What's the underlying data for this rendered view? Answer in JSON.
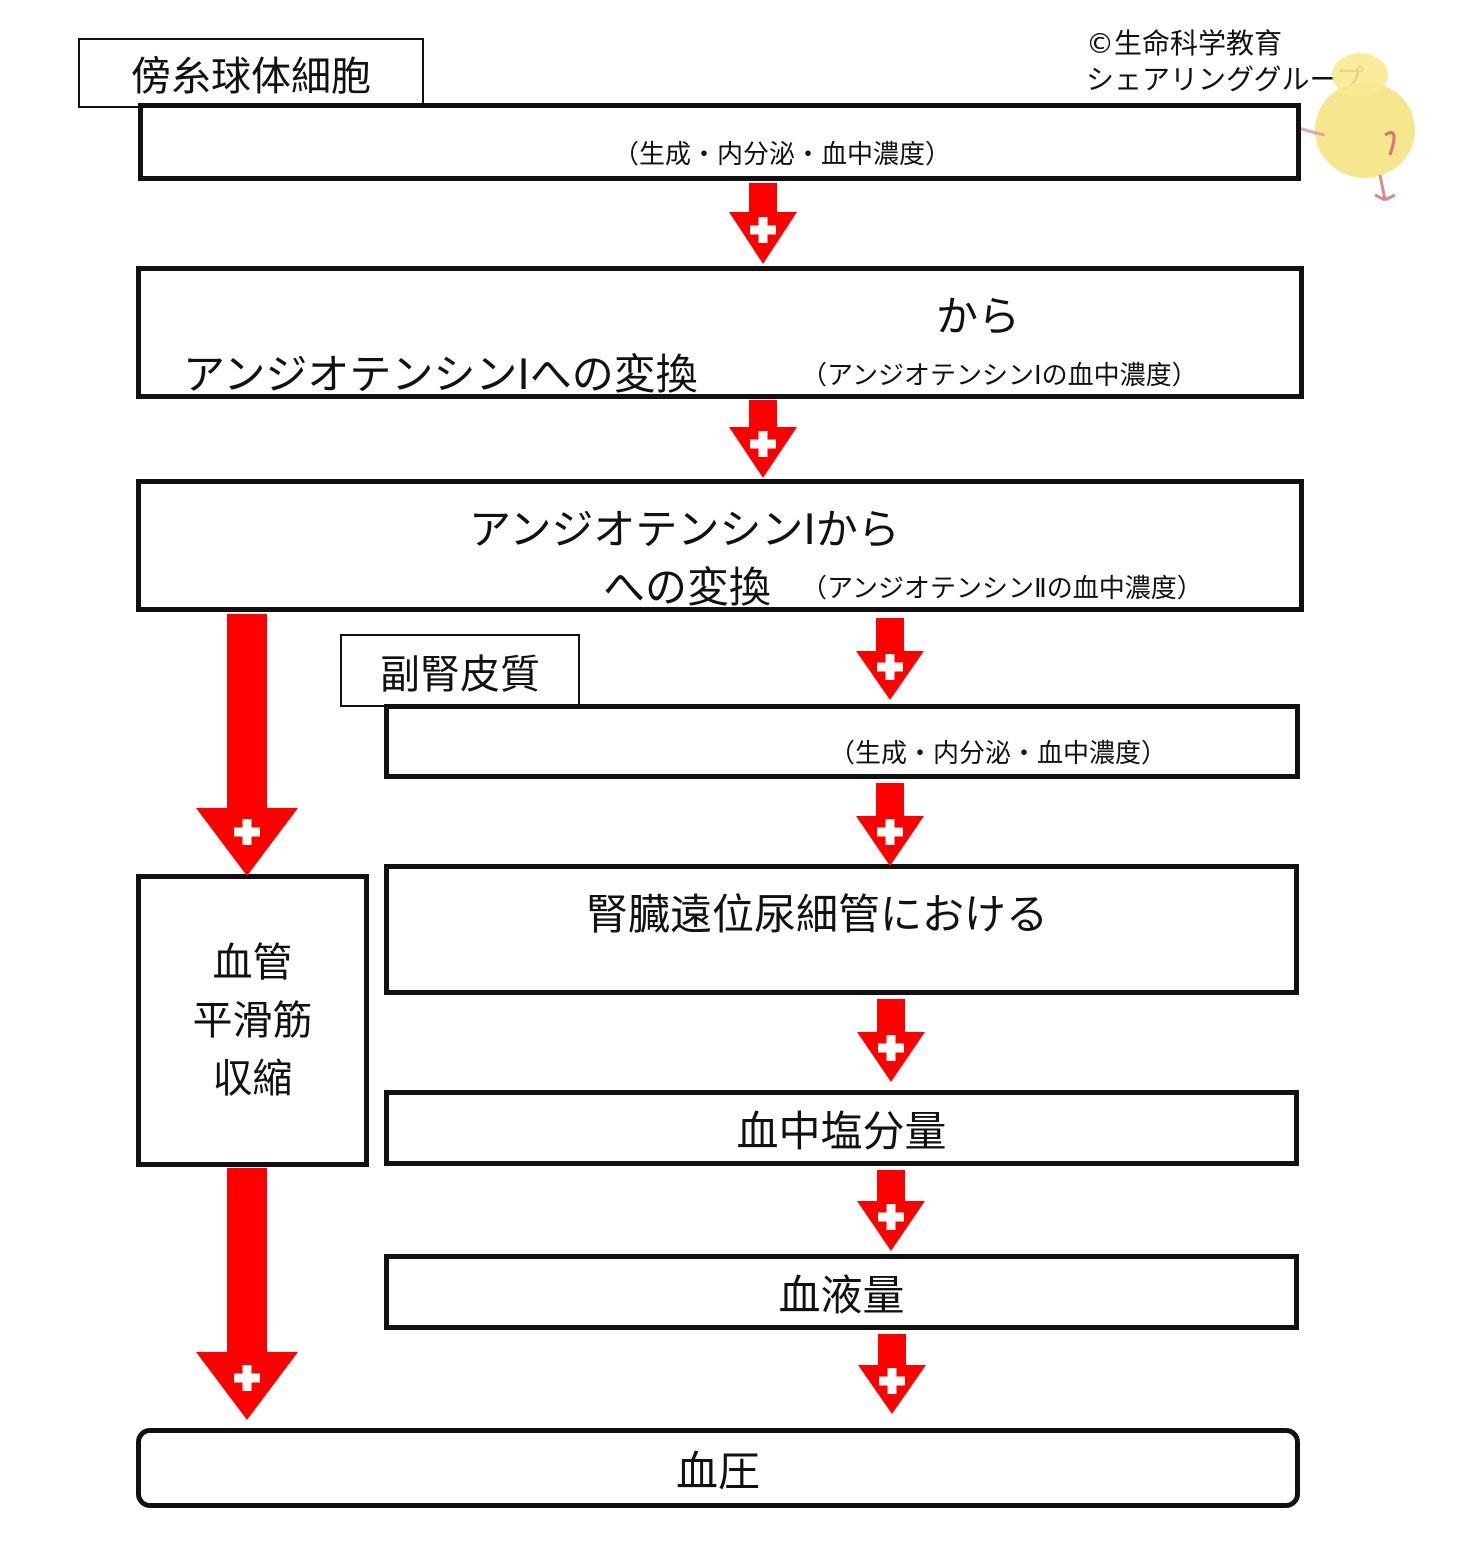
{
  "credit": {
    "line1": "©生命科学教育",
    "line2": "シェアリンググループ"
  },
  "labels": {
    "juxtaglomerular": "傍糸球体細胞",
    "adrenal_cortex": "副腎皮質"
  },
  "boxes": {
    "renin_note": "（生成・内分泌・血中濃度）",
    "conv1_line1": "から",
    "conv1_line2": "アンジオテンシンⅠへの変換",
    "conv1_note": "（アンジオテンシンⅠの血中濃度）",
    "conv2_line1": "アンジオテンシンⅠから",
    "conv2_line2": "への変換",
    "conv2_note": "（アンジオテンシンⅡの血中濃度）",
    "aldo_note": "（生成・内分泌・血中濃度）",
    "kidney": "腎臓遠位尿細管における",
    "vessel_line1": "血管",
    "vessel_line2": "平滑筋",
    "vessel_line3": "収縮",
    "salt": "血中塩分量",
    "volume": "血液量",
    "pressure": "血圧"
  },
  "colors": {
    "arrow": "#ff0000",
    "border": "#111111"
  }
}
